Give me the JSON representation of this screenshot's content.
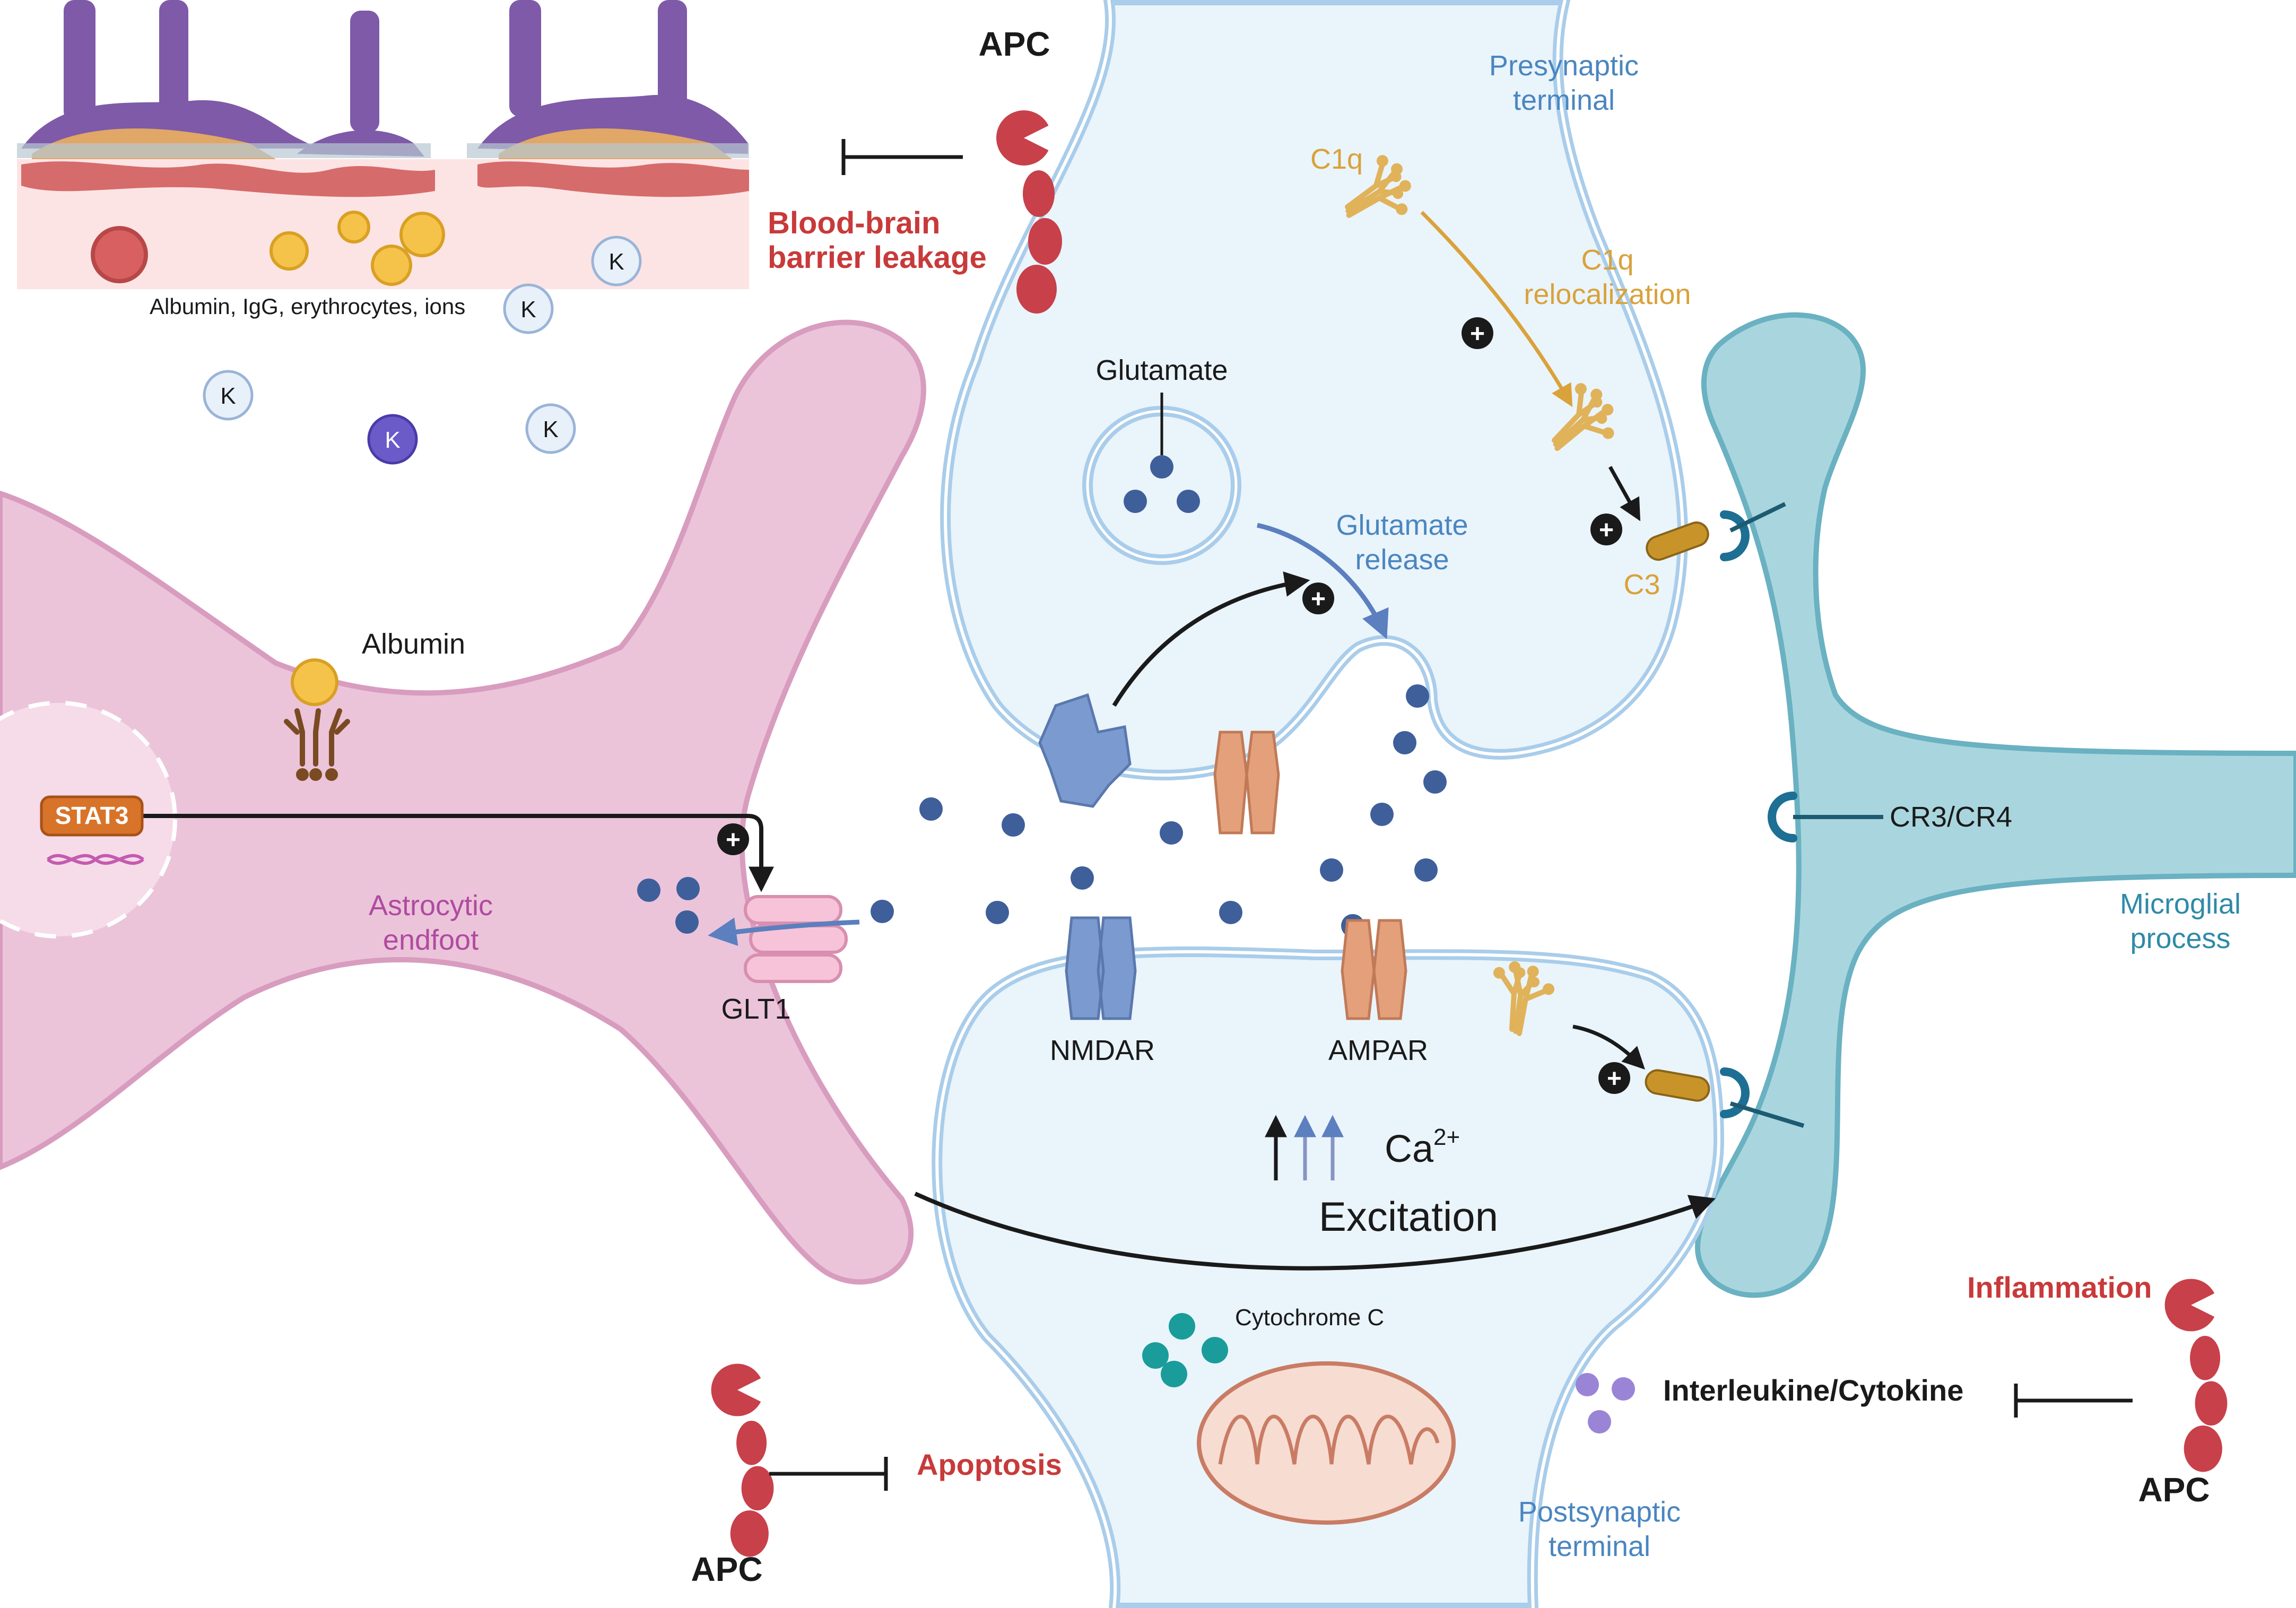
{
  "labels": {
    "apc_top": "APC",
    "bbb_leakage_line1": "Blood-brain",
    "bbb_leakage_line2": "barrier leakage",
    "leak_contents": "Albumin, IgG, erythrocytes, ions",
    "ion_symbol": "K",
    "presynaptic_line1": "Presynaptic",
    "presynaptic_line2": "terminal",
    "c1q": "C1q",
    "c1q_reloc_line1": "C1q",
    "c1q_reloc_line2": "relocalization",
    "glutamate": "Glutamate",
    "glutamate_release_line1": "Glutamate",
    "glutamate_release_line2": "release",
    "c3": "C3",
    "albumin": "Albumin",
    "stat3": "STAT3",
    "astro_line1": "Astrocytic",
    "astro_line2": "endfoot",
    "glt1": "GLT1",
    "cr3cr4": "CR3/CR4",
    "microglia_line1": "Microglial",
    "microglia_line2": "process",
    "nmdar": "NMDAR",
    "ampar": "AMPAR",
    "ca": "Ca",
    "ca_sup": "2+",
    "excitation": "Excitation",
    "cytochrome": "Cytochrome C",
    "postsynaptic_line1": "Postsynaptic",
    "postsynaptic_line2": "terminal",
    "apoptosis": "Apoptosis",
    "apc_bottom_left": "APC",
    "interleukine": "Interleukine/Cytokine",
    "inflammation": "Inflammation",
    "apc_bottom_right": "APC",
    "plus": "+"
  },
  "colors": {
    "red_text": "#c83a3a",
    "blue_text": "#4a86c0",
    "gold_text": "#d9a23a",
    "purple_text": "#b04aa0",
    "teal_text": "#2f8aa8",
    "astrocyte_fill": "#ebc4da",
    "microglia_fill": "#a9d6de",
    "neuron_fill": "#eaf4fb",
    "neuron_stroke": "#a9cdea",
    "glutamate_dot": "#3f5f9a",
    "apc_red": "#c8404a"
  }
}
